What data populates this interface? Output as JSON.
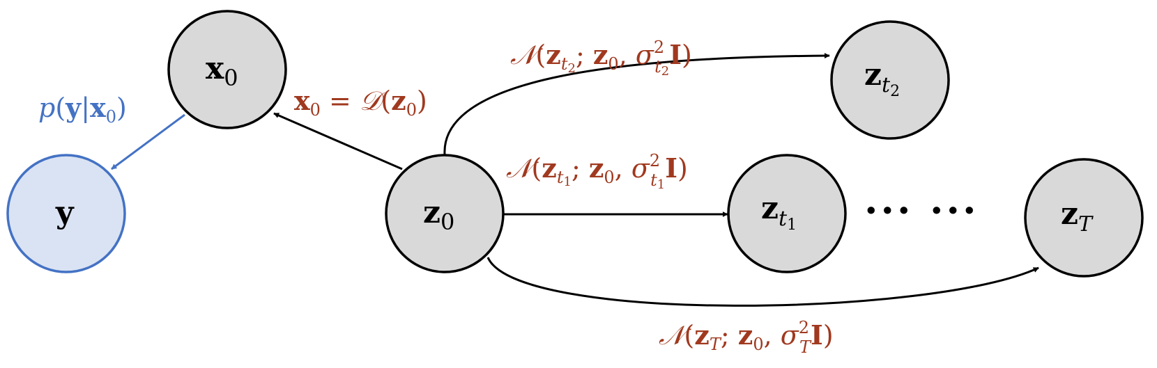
{
  "nodes": {
    "x0": {
      "main": "x",
      "sub": "0"
    },
    "y": {
      "main": "y"
    },
    "z0": {
      "main": "z",
      "sub": "0"
    },
    "zt2": {
      "main": "z",
      "sub": "t",
      "subsub": "2"
    },
    "zt1": {
      "main": "z",
      "sub": "t",
      "subsub": "1"
    },
    "zT": {
      "main": "z",
      "sub": "T"
    }
  },
  "labels": {
    "likelihood": {
      "p": "p",
      "open": "(",
      "y": "y",
      "bar": "|",
      "x": "x",
      "sub": "0",
      "close": ")"
    },
    "decoder": {
      "x": "x",
      "sub": "0",
      "eq": " = ",
      "D": "𝒟",
      "open": "(",
      "z": "z",
      "zsub": "0",
      "close": ")"
    },
    "n_t2": {
      "N": "𝒩",
      "open": "(",
      "z": "z",
      "sub": "t",
      "subsub": "2",
      "semi": "; ",
      "z0": "z",
      "z0sub": "0",
      "comma": ", ",
      "sigma": "σ",
      "sup": "2",
      "ssub": "t",
      "ssubsub": "2",
      "I": "I",
      "close": ")"
    },
    "n_t1": {
      "N": "𝒩",
      "open": "(",
      "z": "z",
      "sub": "t",
      "subsub": "1",
      "semi": "; ",
      "z0": "z",
      "z0sub": "0",
      "comma": ", ",
      "sigma": "σ",
      "sup": "2",
      "ssub": "t",
      "ssubsub": "1",
      "I": "I",
      "close": ")"
    },
    "n_T": {
      "N": "𝒩",
      "open": "(",
      "z": "z",
      "sub": "T",
      "semi": "; ",
      "z0": "z",
      "z0sub": "0",
      "comma": ", ",
      "sigma": "σ",
      "sup": "2",
      "ssub": "T",
      "I": "I",
      "close": ")"
    }
  },
  "ellipsis": "··· ···",
  "colors": {
    "node_fill": "#d9d9d9",
    "observed_fill": "#dae3f3",
    "observed_stroke": "#4472c4",
    "label_red": "#a0391f",
    "edge": "#000000"
  }
}
